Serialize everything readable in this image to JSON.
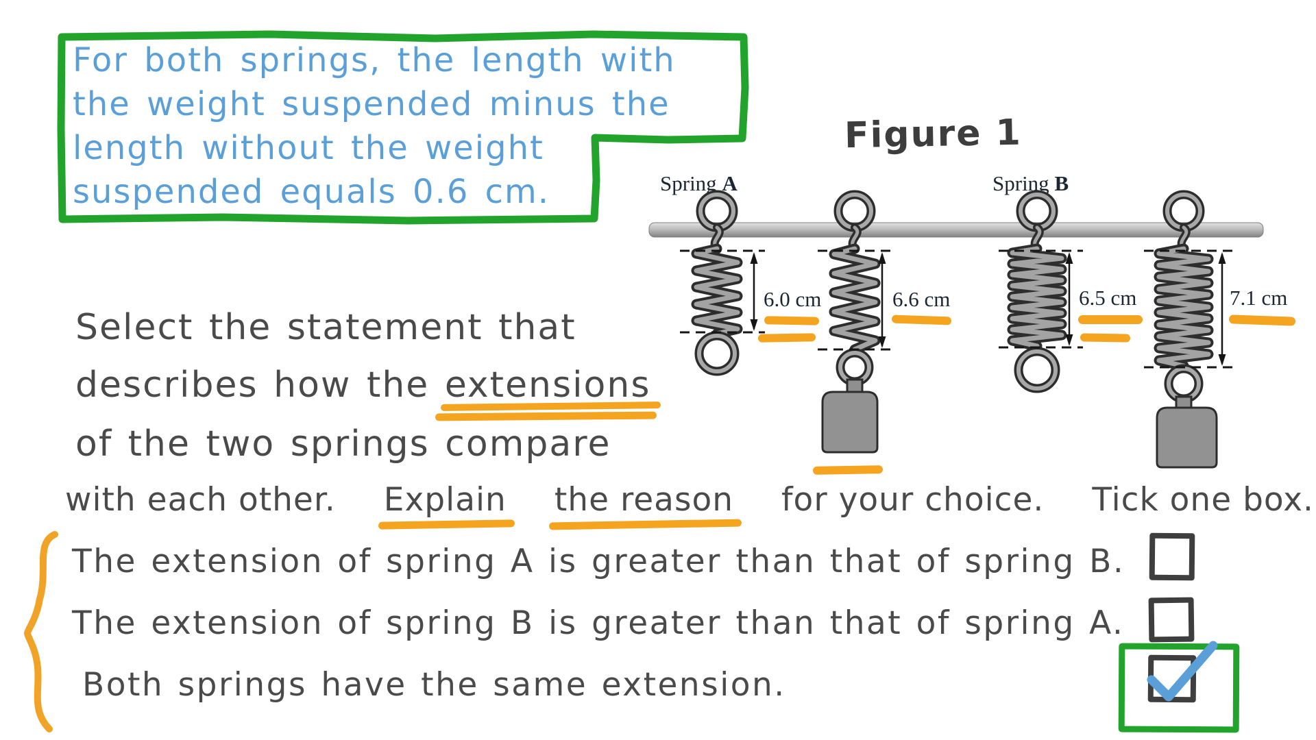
{
  "note": {
    "lines": [
      "For both springs, the length with",
      "the weight suspended minus the",
      "length without the weight",
      "suspended equals 0.6 cm."
    ],
    "box_color": "#22a42c",
    "text_color": "#5b9fd8"
  },
  "figure": {
    "title": "Figure 1",
    "groups": [
      {
        "word": "Spring",
        "letter": "A"
      },
      {
        "word": "Spring",
        "letter": "B"
      }
    ],
    "springs": [
      {
        "group": "A",
        "state": "without weight",
        "length_label": "6.0 cm"
      },
      {
        "group": "A",
        "state": "with weight",
        "length_label": "6.6 cm"
      },
      {
        "group": "B",
        "state": "without weight",
        "length_label": "6.5 cm"
      },
      {
        "group": "B",
        "state": "with weight",
        "length_label": "7.1 cm"
      }
    ]
  },
  "question": {
    "line1": "Select the statement that",
    "line2_prefix": "describes how the ",
    "line2_highlight": "extensions",
    "line3": "of the two springs compare",
    "line4_part1": "with each other.",
    "line4_explain": "Explain",
    "line4_reason": "the reason",
    "line4_part2": "for your choice.",
    "line4_part3": "Tick one box."
  },
  "options": [
    {
      "text": "The extension of spring A is greater than that of spring B.",
      "checked": false
    },
    {
      "text": "The extension of spring B is greater than that of spring A.",
      "checked": false
    },
    {
      "text": "Both springs have the same extension.",
      "checked": true
    }
  ],
  "colors": {
    "highlighter_orange": "#f4a41f",
    "annotation_green": "#22a42c",
    "annotation_blue": "#5b9fd8",
    "ink_gray": "#4a4a4a"
  }
}
